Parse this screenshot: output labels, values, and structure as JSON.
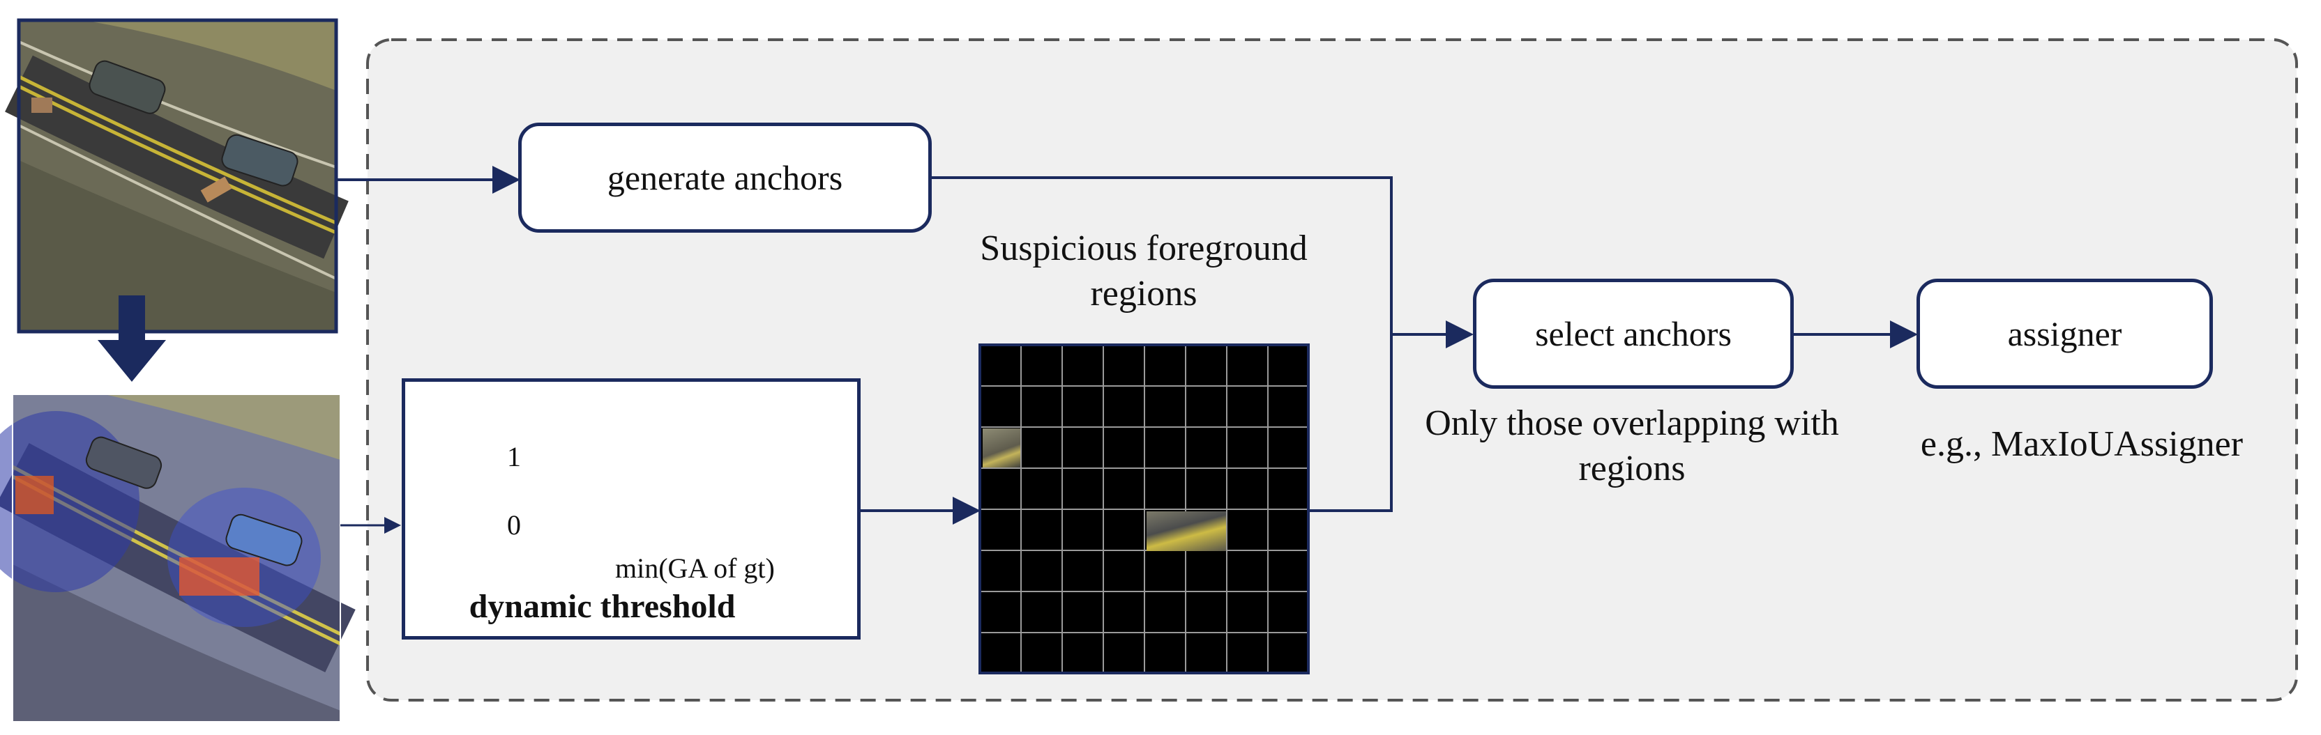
{
  "nodes": {
    "generate_anchors": "generate anchors",
    "select_anchors": "select anchors",
    "assigner": "assigner"
  },
  "captions": {
    "suspicious_regions": "Suspicious foreground regions",
    "select_note": "Only those overlapping with regions",
    "assigner_note": "e.g., MaxIoUAssigner"
  },
  "threshold_plot": {
    "title": "dynamic threshold",
    "y_tick_1": "1",
    "y_tick_0": "0",
    "x_label": "min(GA of gt)"
  },
  "colors": {
    "line": "#1b2a5e",
    "dashed_region_bg": "#f0f0f0",
    "marker": "#cc1111"
  }
}
